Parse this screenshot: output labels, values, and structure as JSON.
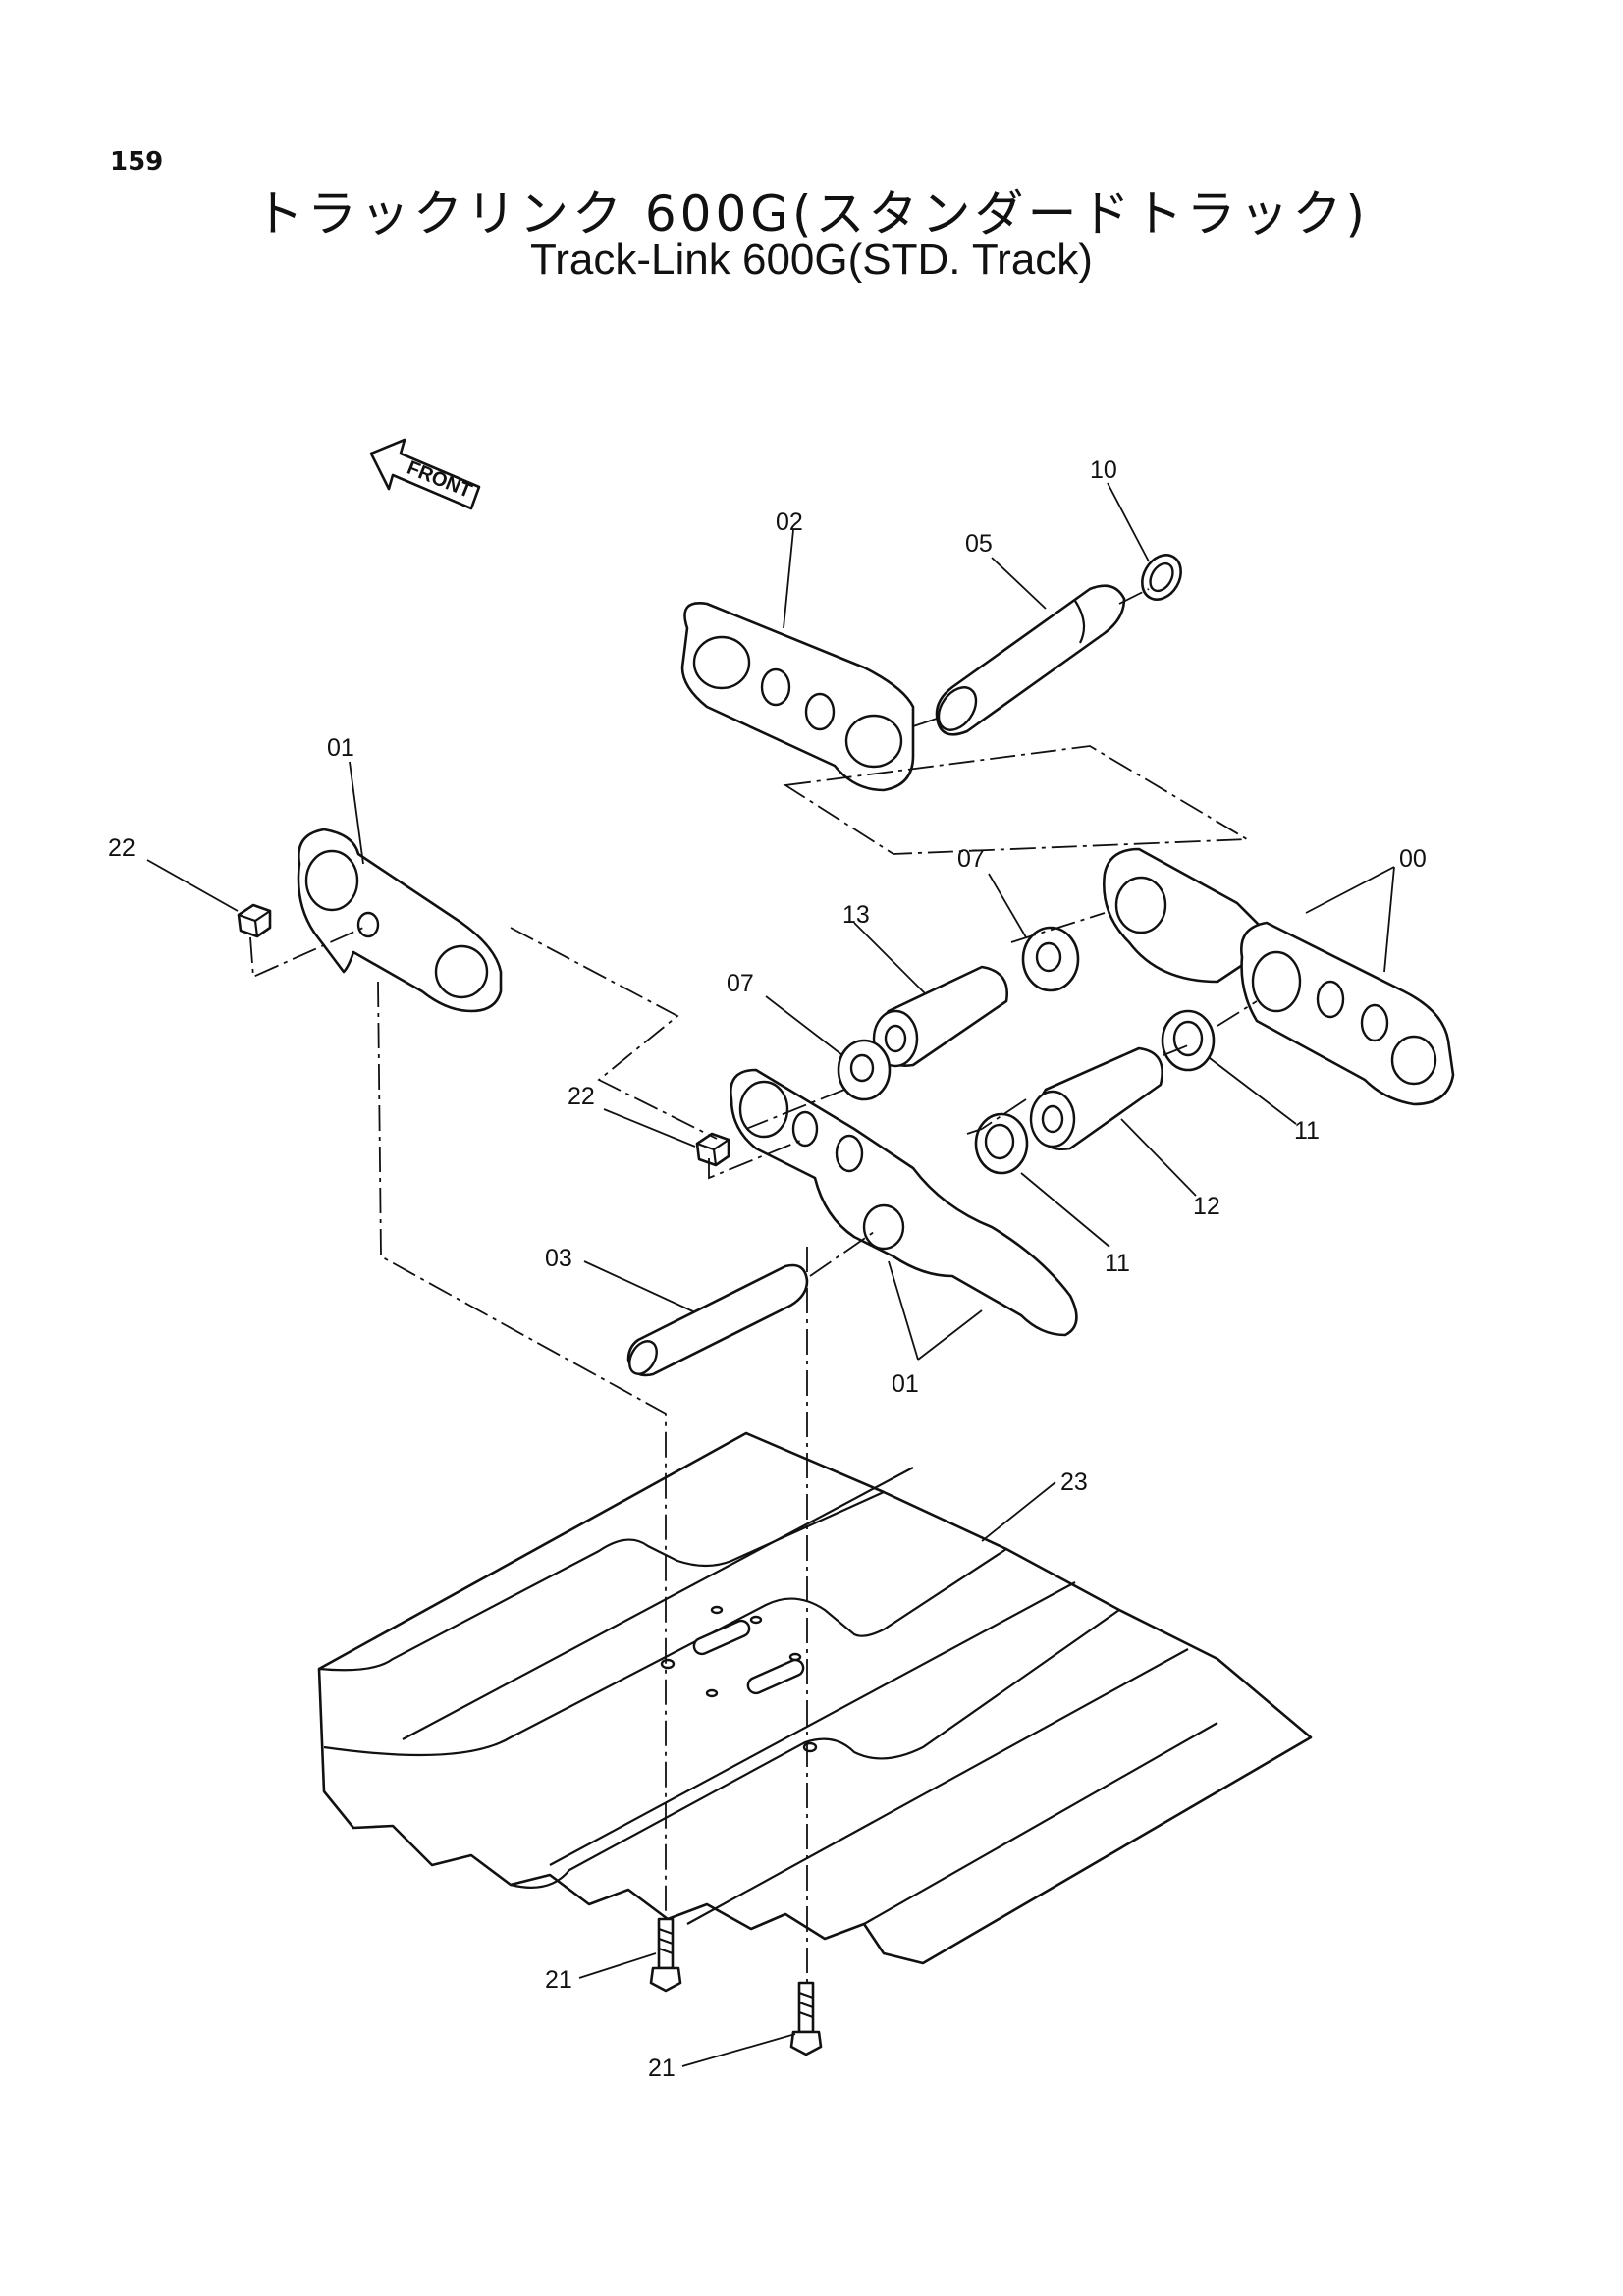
{
  "page": {
    "number": "159"
  },
  "title": {
    "japanese": "トラックリンク 600G(スタンダードトラック)",
    "english": "Track-Link 600G(STD. Track)"
  },
  "front_arrow": {
    "label": "FRONT",
    "icon": "front-arrow-icon"
  },
  "callouts": {
    "c10": "10",
    "c02": "02",
    "c05": "05",
    "c01a": "01",
    "c22a": "22",
    "c07a": "07",
    "c00": "00",
    "c13": "13",
    "c07b": "07",
    "c22b": "22",
    "c11a": "11",
    "c12": "12",
    "c11b": "11",
    "c03": "03",
    "c01b": "01",
    "c23": "23",
    "c21a": "21",
    "c21b": "21"
  }
}
